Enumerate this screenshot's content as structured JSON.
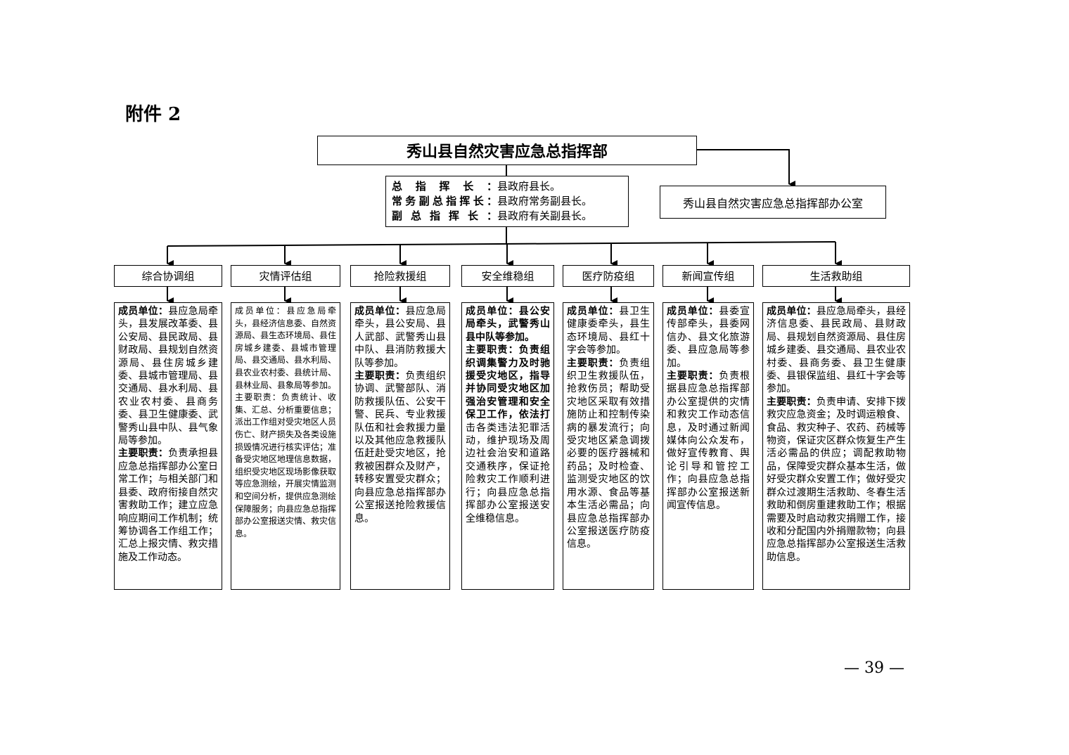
{
  "attachment_label": "附件 2",
  "title": "秀山县自然灾害应急总指挥部",
  "office": "秀山县自然灾害应急总指挥部办公室",
  "leaders": [
    {
      "role": "总指挥长：",
      "value": "县政府县长。"
    },
    {
      "role": "常务副总指挥长：",
      "value": "县政府常务副县长。"
    },
    {
      "role": "副总指挥长：",
      "value": "县政府有关副县长。"
    }
  ],
  "groups": [
    {
      "name": "综合协调组",
      "members_label": "成员单位：",
      "members": "县应急局牵头，县发展改革委、县公安局、县民政局、县财政局、县规划自然资源局、县住房城乡建委、县城市管理局、县交通局、县水利局、县农业农村委、县商务委、县卫生健康委、武警秀山县中队、县气象局等参加。",
      "duties_label": "主要职责：",
      "duties": "负责承担县应急总指挥部办公室日常工作；与相关部门和县委、政府衔接自然灾害救助工作；建立应急响应期间工作机制；统筹协调各工作组工作；汇总上报灾情、救灾措施及工作动态。"
    },
    {
      "name": "灾情评估组",
      "members_label": "成员单位：",
      "members": "县应急局牵头，县经济信息委、自然资源局、县生态环境局、县住房城乡建委、县城市管理局、县交通局、县水利局、县农业农村委、县统计局、县林业局、县象局等参加。",
      "duties_label": "主要职责：",
      "duties": "负责统计、收集、汇总、分析重要信息；派出工作组对受灾地区人员伤亡、财产损失及各类设施损毁情况进行核实评估；准备受灾地区地理信息数据，组织受灾地区现场影像获取等应急测绘，开展灾情监测和空间分析，提供应急测绘保障服务；向县应急总指挥部办公室报送灾情、救灾信息。"
    },
    {
      "name": "抢险救援组",
      "members_label": "成员单位：",
      "members": "县应急局牵头，县公安局、县人武部、武警秀山县中队、县消防救援大队等参加。",
      "duties_label": "主要职责：",
      "duties": "负责组织协调、武警部队、消防救援队伍、公安干警、民兵、专业救援队伍和社会救援力量以及其他应急救援队伍赶赴受灾地区，抢救被困群众及财产，转移安置受灾群众；向县应急总指挥部办公室报送抢险救援信息。"
    },
    {
      "name": "安全维稳组",
      "members_label": "成员单位：",
      "members": "县公安局牵头，武警秀山县中队等参加。",
      "duties_label": "主要职责：",
      "duties_bold": "负责组织调集警力及时驰援受灾地区，指导并协同受灾地区加强治安管理和安全保卫工作，依法打",
      "duties": "击各类违法犯罪活动，维护现场及周边社会治安和道路交通秩序，保证抢险救灾工作顺利进行；向县应急总指挥部办公室报送安全维稳信息。"
    },
    {
      "name": "医疗防疫组",
      "members_label": "成员单位：",
      "members": "县卫生健康委牵头，县生态环境局、县红十字会等参加。",
      "duties_label": "主要职责：",
      "duties": "负责组织卫生救援队伍，抢救伤员；帮助受灾地区采取有效措施防止和控制传染病的暴发流行；向受灾地区紧急调拨必要的医疗器械和药品；及时检查、监测受灾地区的饮用水源、食品等基本生活必需品；向县应急总指挥部办公室报送医疗防疫信息。"
    },
    {
      "name": "新闻宣传组",
      "members_label": "成员单位：",
      "members": "县委宣传部牵头，县委网信办、县文化旅游委、县应急局等参加。",
      "duties_label": "主要职责：",
      "duties": "负责根据县应急总指挥部办公室提供的灾情和救灾工作动态信息，及时通过新闻媒体向公众发布，做好宣传教育、舆论引导和管控工作；向县应急总指挥部办公室报送新闻宣传信息。"
    },
    {
      "name": "生活救助组",
      "members_label": "成员单位：",
      "members": "县应急局牵头，县经济信息委、县民政局、县财政局、县规划自然资源局、县住房城乡建委、县交通局、县农业农村委、县商务委、县卫生健康委、县银保监组、县红十字会等参加。",
      "duties_label": "主要职责：",
      "duties": "负责申请、安排下拨救灾应急资金；及时调运粮食、食品、救灾种子、农药、药械等物资，保证灾区群众恢复生产生活必需品的供应；调配救助物品，保障受灾群众基本生活，做好受灾群众安置工作；做好受灾群众过渡期生活救助、冬春生活救助和倒房重建救助工作；根据需要及时启动救灾捐赠工作，接收和分配国内外捐赠款物；向县应急总指挥部办公室报送生活救助信息。"
    }
  ],
  "page_number": "— 39 —"
}
